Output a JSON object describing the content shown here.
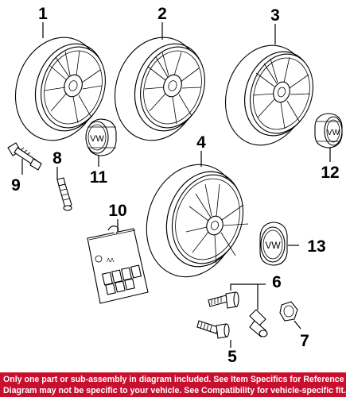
{
  "callouts": {
    "c1": "1",
    "c2": "2",
    "c3": "3",
    "c4": "4",
    "c5": "5",
    "c6": "6",
    "c7": "7",
    "c8": "8",
    "c9": "9",
    "c10": "10",
    "c11": "11",
    "c12": "12",
    "c13": "13"
  },
  "emblem_lettering": "VW",
  "disclaimer": {
    "line1": "Only one part or sub-assembly in diagram included. See Item Specifics for Reference #.",
    "line2": "Diagram may not be specific to your vehicle. See Compatibility for vehicle-specific fit."
  },
  "colors": {
    "footer_bg": "#c8102e",
    "footer_text": "#ffffff",
    "line": "#000000"
  }
}
